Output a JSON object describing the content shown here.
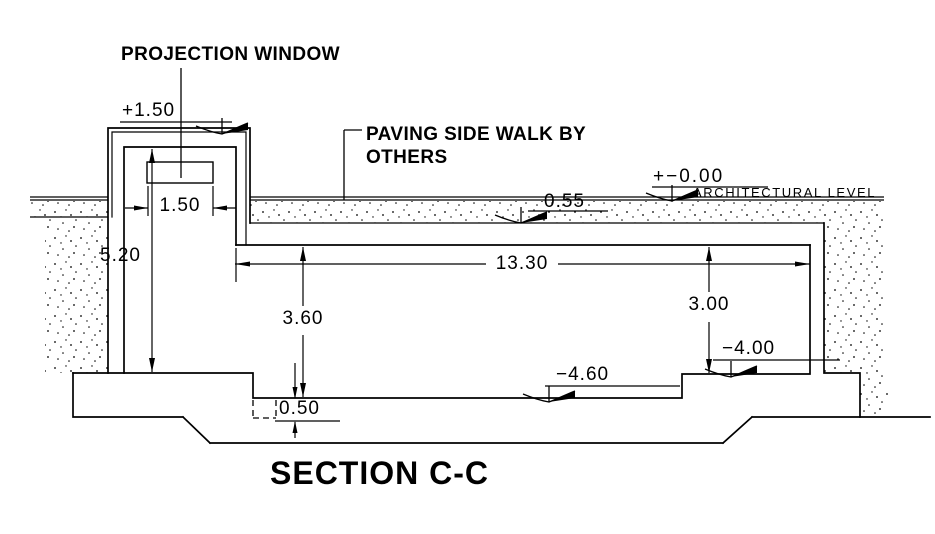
{
  "drawing": {
    "title": "SECTION C-C",
    "callouts": {
      "projection_window": "PROJECTION WINDOW",
      "paving_sidewalk": "PAVING SIDE WALK BY\nOTHERS"
    },
    "levels": {
      "tower_top": "+1.50",
      "architectural_zero": "+−0.00",
      "architectural_level_label": "ARCHITECTURAL LEVEL",
      "paving_underside": "0.55",
      "bench_level": "−4.00",
      "floor_level": "−4.60"
    },
    "dimensions": {
      "window_width": "1.50",
      "shaft_depth": "5.20",
      "pool_length": "13.30",
      "pool_depth_left": "3.60",
      "pool_depth_right": "3.00",
      "slab_thickness": "0.50"
    },
    "colors": {
      "line": "#000000",
      "background": "#ffffff"
    }
  }
}
